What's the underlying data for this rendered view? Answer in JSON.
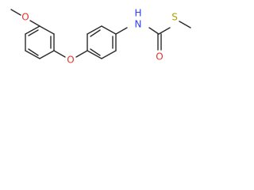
{
  "molecule": {
    "atoms": {
      "O_methoxy": "O",
      "O_ether": "O",
      "N_amide": "N",
      "H_amide": "H",
      "O_carbonyl": "O",
      "S_thio": "S"
    },
    "colors": {
      "oxygen": "#e8312a",
      "nitrogen": "#2b3cff",
      "sulfur": "#b0a000",
      "bond": "#2a2a2a"
    }
  }
}
